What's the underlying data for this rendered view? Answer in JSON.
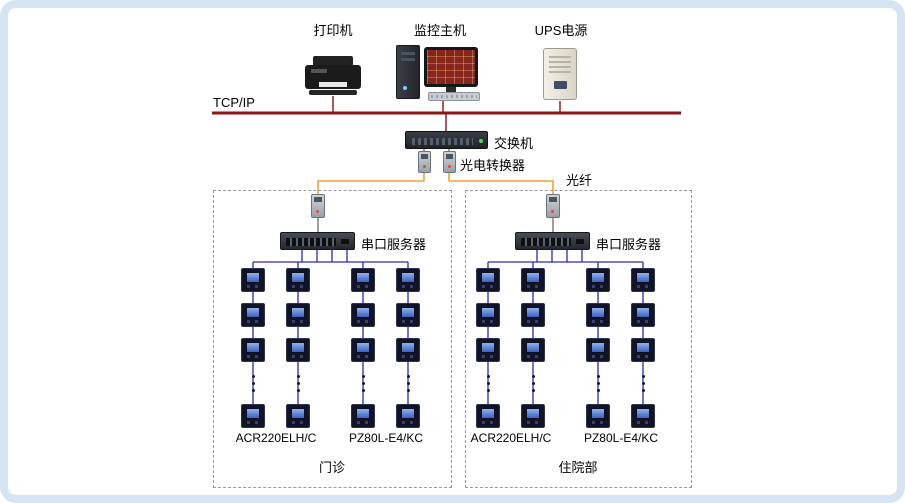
{
  "colors": {
    "frame": "#d4e4f2",
    "bus": "#8a1416",
    "fiber": "#f2a23c",
    "wire": "#2a2ab2",
    "box": "#9a9a9a"
  },
  "top_devices": {
    "printer": "打印机",
    "host": "监控主机",
    "ups": "UPS电源"
  },
  "network": {
    "bus": "TCP/IP",
    "switch": "交换机",
    "media_converter": "光电转换器",
    "fiber": "光纤"
  },
  "zones": {
    "left": {
      "server": "串口服务器",
      "meter_left": "ACR220ELH/C",
      "meter_right": "PZ80L-E4/KC",
      "name": "门诊"
    },
    "right": {
      "server": "串口服务器",
      "meter_left": "ACR220ELH/C",
      "meter_right": "PZ80L-E4/KC",
      "name": "住院部"
    }
  }
}
